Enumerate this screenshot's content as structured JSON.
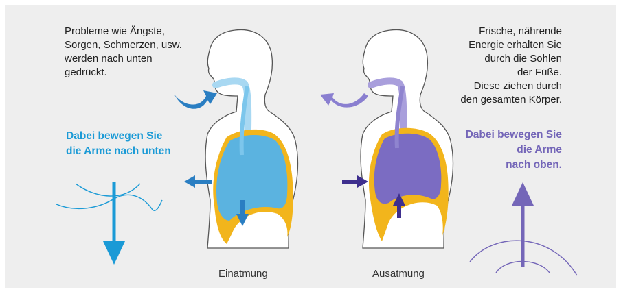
{
  "left_text": {
    "lines": [
      "Probleme wie Ängste,",
      "Sorgen, Schmerzen, usw.",
      "werden nach unten",
      "gedrückt."
    ]
  },
  "left_emphasis": {
    "lines": [
      "Dabei bewegen Sie",
      "die Arme nach unten"
    ],
    "color": "#1a9ad6"
  },
  "right_text": {
    "lines": [
      "Frische, nährende",
      "Energie erhalten Sie",
      "durch die Sohlen",
      "der Füße.",
      "Diese ziehen durch",
      "den gesamten Körper."
    ]
  },
  "right_emphasis": {
    "lines": [
      "Dabei bewegen Sie",
      "die Arme",
      "nach oben."
    ],
    "color": "#7466b8"
  },
  "captions": {
    "inhale": "Einatmung",
    "exhale": "Ausatmung"
  },
  "colors": {
    "panel": "#eeeeee",
    "lung_inhale": "#5bb3e0",
    "lung_exhale": "#7b6cc2",
    "pleura": "#f2b51c",
    "arrow_blue": "#2a7ec2",
    "arrow_purple": "#3e2f8e"
  }
}
